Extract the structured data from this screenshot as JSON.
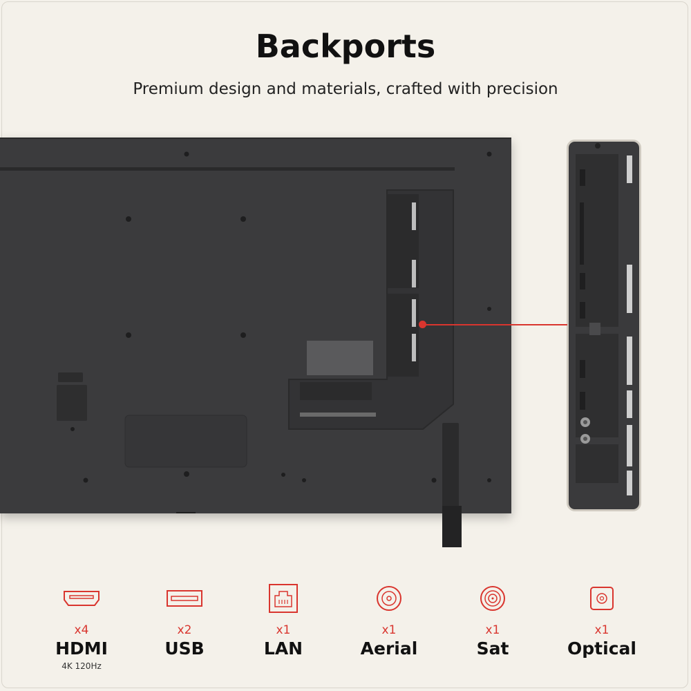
{
  "header": {
    "title": "Backports",
    "subtitle": "Premium design and materials, crafted with precision"
  },
  "colors": {
    "accent": "#d9352e",
    "background": "#f4f1ea",
    "tv_body": "#3b3b3d"
  },
  "specs": [
    {
      "icon": "hdmi-icon",
      "count": "x4",
      "name": "HDMI",
      "detail": "4K 120Hz"
    },
    {
      "icon": "usb-icon",
      "count": "x2",
      "name": "USB",
      "detail": ""
    },
    {
      "icon": "lan-icon",
      "count": "x1",
      "name": "LAN",
      "detail": ""
    },
    {
      "icon": "aerial-icon",
      "count": "x1",
      "name": "Aerial",
      "detail": ""
    },
    {
      "icon": "sat-icon",
      "count": "x1",
      "name": "Sat",
      "detail": ""
    },
    {
      "icon": "optical-icon",
      "count": "x1",
      "name": "Optical",
      "detail": ""
    }
  ]
}
